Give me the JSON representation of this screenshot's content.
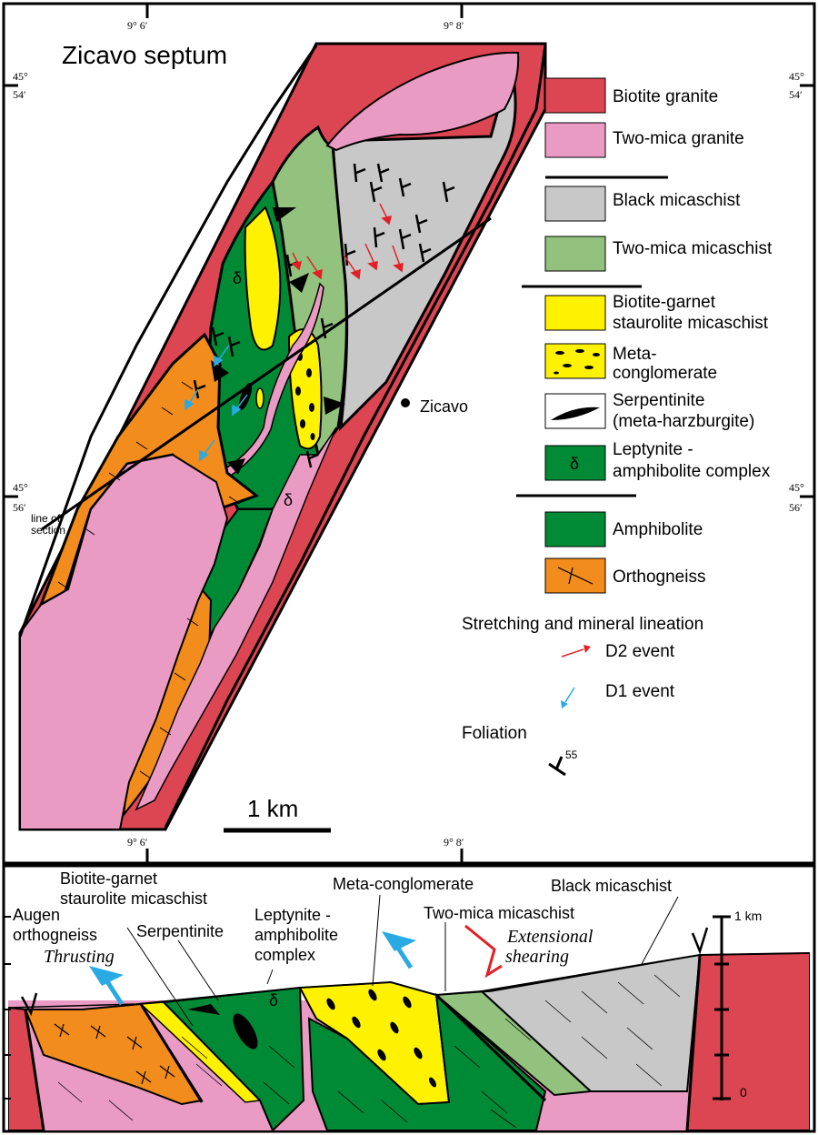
{
  "map": {
    "title": "Zicavo septum",
    "top_coords": [
      "9° 6′",
      "9° 8′"
    ],
    "bottom_coords": [
      "9° 6′",
      "9° 8′"
    ],
    "left_lat_top": [
      "45°",
      "54′"
    ],
    "right_lat_top": [
      "45°",
      "54′"
    ],
    "left_lat_mid": [
      "45°",
      "56′"
    ],
    "right_lat_mid": [
      "45°",
      "56′"
    ],
    "town": "Zicavo",
    "line_of_section": [
      "line of",
      "section"
    ],
    "scale_label": "1 km",
    "delta_symbol": "δ"
  },
  "legend": {
    "items": [
      {
        "label_lines": [
          "Biotite granite"
        ],
        "color": "#dc4652"
      },
      {
        "label_lines": [
          "Two-mica granite"
        ],
        "color": "#ea9bc4"
      },
      {
        "label_lines": [
          "Black micaschist"
        ],
        "color": "#c8c8c8"
      },
      {
        "label_lines": [
          "Two-mica micaschist"
        ],
        "color": "#93c27e"
      },
      {
        "label_lines": [
          "Biotite-garnet",
          "staurolite micaschist"
        ],
        "color": "#fff200"
      },
      {
        "label_lines": [
          "Meta-",
          "conglomerate"
        ],
        "color": "#fff200"
      },
      {
        "label_lines": [
          "Serpentinite",
          "(meta-harzburgite)"
        ],
        "color": "#ffffff"
      },
      {
        "label_lines": [
          "Leptynite -",
          "amphibolite complex"
        ],
        "color": "#008a36"
      },
      {
        "label_lines": [
          "Amphibolite"
        ],
        "color": "#008a36"
      },
      {
        "label_lines": [
          "Orthogneiss"
        ],
        "color": "#f28c1c"
      }
    ],
    "lineation_title": "Stretching and mineral lineation",
    "d2_label": "D2 event",
    "d1_label": "D1 event",
    "foliation_title": "Foliation",
    "foliation_dip": "55",
    "d2_color": "#e31e24",
    "d1_color": "#29aae2"
  },
  "section": {
    "labels": {
      "augen": [
        "Augen",
        "orthogneiss"
      ],
      "thrusting": "Thrusting",
      "biotite_garnet": [
        "Biotite-garnet",
        "staurolite micaschist"
      ],
      "serpentinite": "Serpentinite",
      "leptynite": [
        "Leptynite -",
        "amphibolite",
        "complex"
      ],
      "meta_conglomerate": "Meta-conglomerate",
      "two_mica": "Two-mica micaschist",
      "black": "Black micaschist",
      "extensional": [
        "Extensional",
        "shearing"
      ],
      "km1": "1 km",
      "km0": "0",
      "delta": "δ"
    }
  }
}
